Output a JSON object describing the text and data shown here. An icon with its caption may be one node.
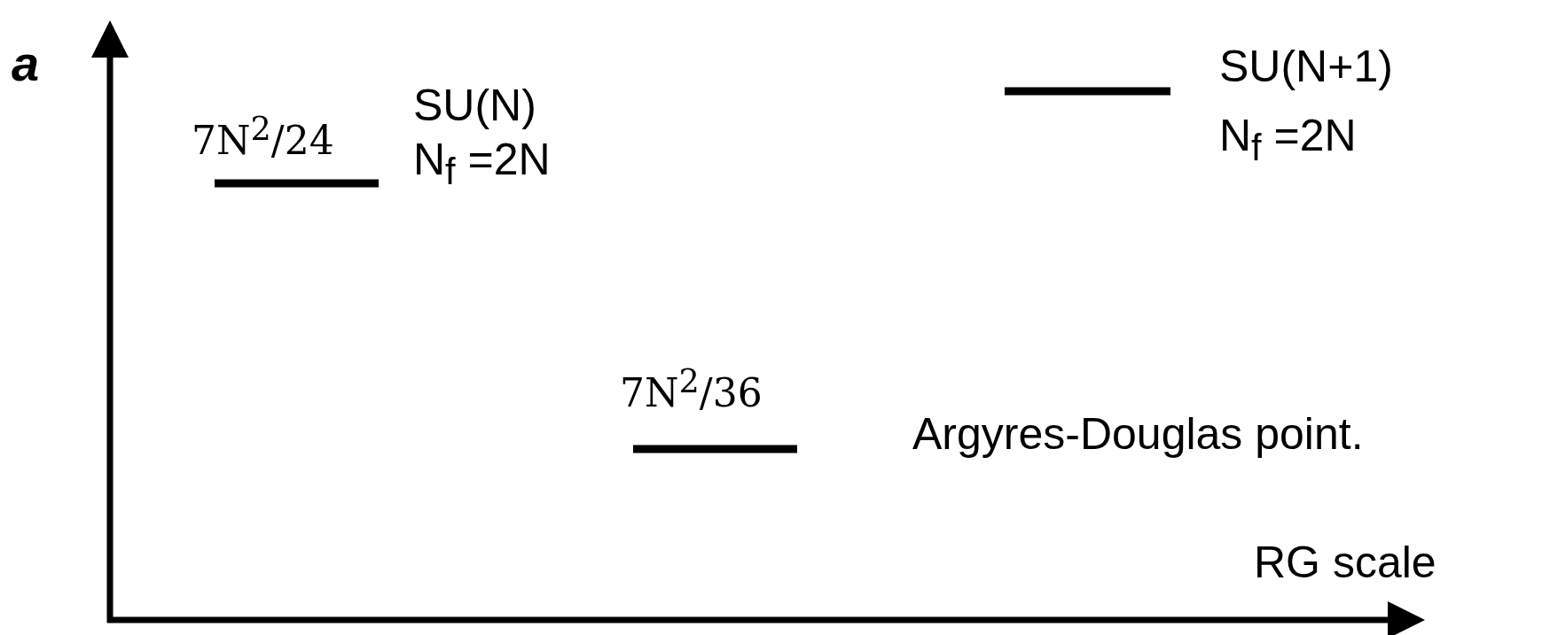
{
  "diagram": {
    "labels": [
      "a",
      "7N$^{2}$/24",
      "SU(N)",
      "N$_{f}$ =2N",
      "SU(N+1)",
      "N$_{f}$ =2N",
      "7N$^{2}$/36",
      "Argyres-Douglas point.",
      "RG scale"
    ]
  }
}
